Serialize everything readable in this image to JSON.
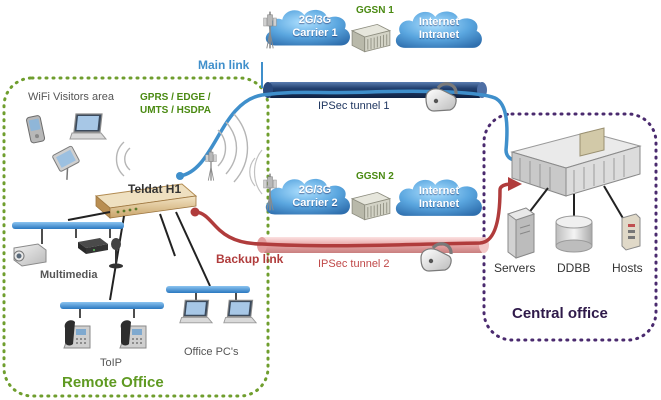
{
  "carriers": {
    "carrier1": {
      "line1": "2G/3G",
      "line2": "Carrier 1"
    },
    "carrier2": {
      "line1": "2G/3G",
      "line2": "Carrier 2"
    }
  },
  "ggsn": {
    "ggsn1": "GGSN 1",
    "ggsn2": "GGSN 2"
  },
  "internet": {
    "line1": "Internet",
    "line2": "Intranet"
  },
  "links": {
    "main": "Main link",
    "backup": "Backup link"
  },
  "tunnels": {
    "tunnel1": "IPSec tunnel 1",
    "tunnel2": "IPSec tunnel 2"
  },
  "remote_office": {
    "title": "Remote Office",
    "wifi_area": "WiFi Visitors area",
    "radio_line1": "GPRS / EDGE /",
    "radio_line2": "UMTS / HSDPA",
    "router": "Teldat H1",
    "multimedia": "Multimedia",
    "toip": "ToIP",
    "office_pcs": "Office PC's"
  },
  "central_office": {
    "title": "Central office",
    "servers": "Servers",
    "ddbb": "DDBB",
    "hosts": "Hosts"
  },
  "colors": {
    "main_link": "#3f8fcb",
    "backup_link": "#b03c3c",
    "remote_border": "#6f9e2e",
    "central_border": "#4a2a6e",
    "tunnel1": "#1f3660",
    "tunnel2": "#e6a6a6",
    "cloud": "#5fa9e0"
  }
}
